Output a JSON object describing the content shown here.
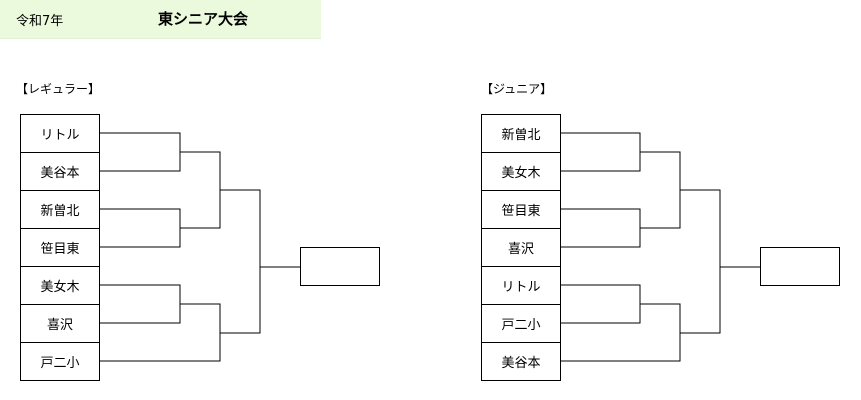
{
  "header": {
    "year": "令和7年",
    "title": "東シニア大会",
    "background": "#ebf9dc"
  },
  "regular": {
    "label": "【レギュラー】",
    "teams": [
      "リトル",
      "美谷本",
      "新曽北",
      "笹目東",
      "美女木",
      "喜沢",
      "戸二小"
    ]
  },
  "junior": {
    "label": "【ジュニア】",
    "teams": [
      "新曽北",
      "美女木",
      "笹目東",
      "喜沢",
      "リトル",
      "戸二小",
      "美谷本"
    ]
  }
}
